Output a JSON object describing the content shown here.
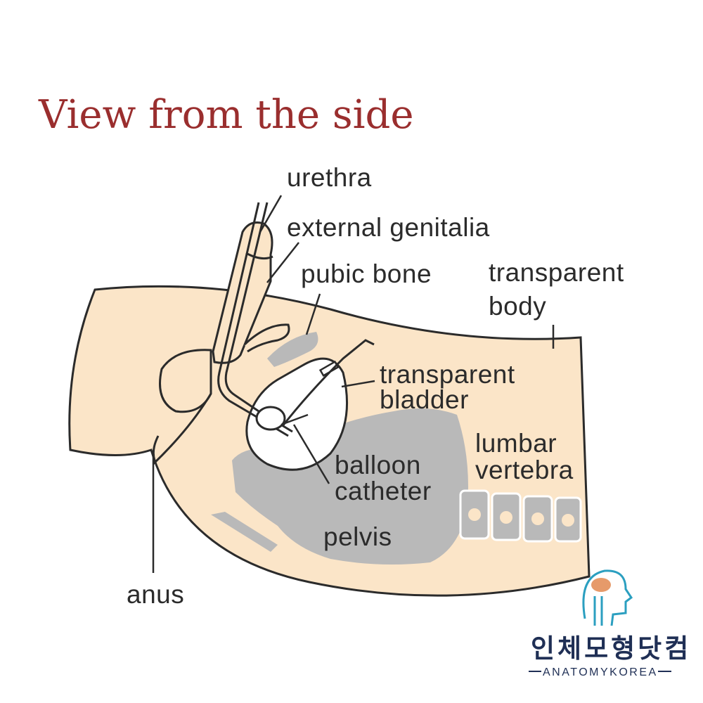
{
  "title": "View from the side",
  "labels": {
    "urethra": "urethra",
    "external_genitalia": "external genitalia",
    "pubic_bone": "pubic bone",
    "transparent_body_1": "transparent",
    "transparent_body_2": "body",
    "transparent_bladder_1": "transparent",
    "transparent_bladder_2": "bladder",
    "lumbar_vertebra_1": "lumbar",
    "lumbar_vertebra_2": "vertebra",
    "balloon_catheter_1": "balloon",
    "balloon_catheter_2": "catheter",
    "pelvis": "pelvis",
    "anus": "anus"
  },
  "logo": {
    "korean": "인체모형닷컴",
    "english": "ANATOMYKOREA"
  },
  "colors": {
    "title": "#9a2e2e",
    "skin": "#fbe5c8",
    "bone": "#b9b9b9",
    "outline": "#2b2b2b",
    "logo": "#1f2f55"
  }
}
